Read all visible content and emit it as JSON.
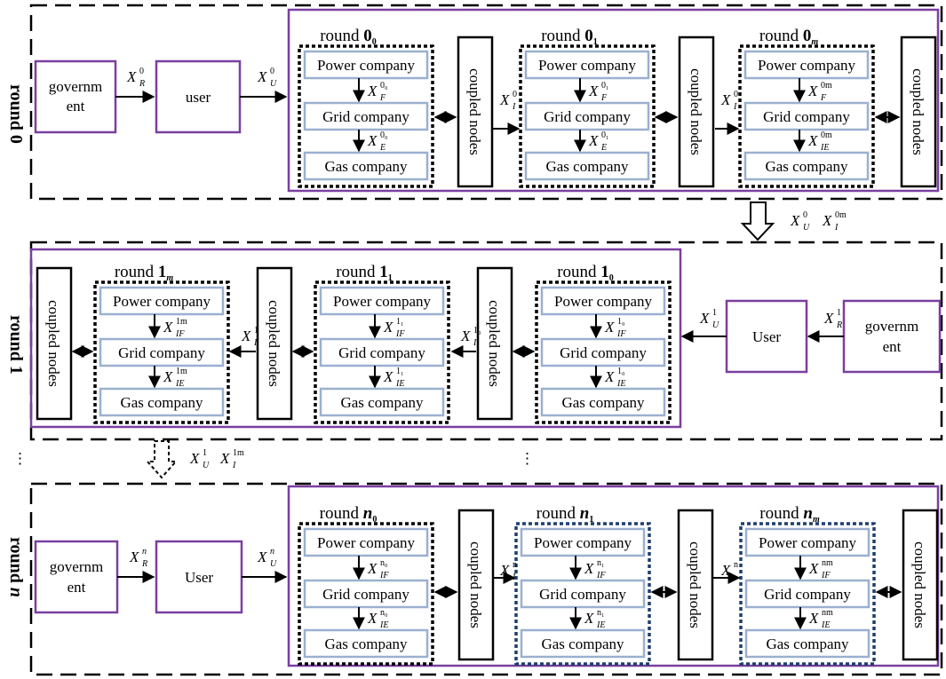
{
  "colors": {
    "purple": "#7a3fa0",
    "company_box": "#9bb0d0",
    "blue_dash": "#1f3f6e",
    "black": "#000000"
  },
  "labels": {
    "round_word": "round",
    "government": [
      "governm",
      "ent"
    ],
    "user_lower": "user",
    "user_upper": "User",
    "coupled_nodes": "coupled nodes",
    "power_company": "Power company",
    "grid_company": "Grid company",
    "gas_company": "Gas company",
    "ellipsis": "⋮"
  },
  "sections": {
    "round0": {
      "side_word": "round",
      "side_num": "0"
    },
    "round1": {
      "side_word": "round",
      "side_num": "1"
    },
    "roundn": {
      "side_word": "round",
      "side_num": "n"
    }
  },
  "subrounds": {
    "r0": [
      "0",
      "0",
      "0"
    ],
    "r0_subs": [
      "0",
      "1",
      "m"
    ],
    "r1": [
      "1",
      "1",
      "1"
    ],
    "r1_subs": [
      "m",
      "1",
      "0"
    ],
    "rn": [
      "n",
      "n",
      "n"
    ],
    "rn_subs": [
      "0",
      "1",
      "m"
    ]
  },
  "variables": {
    "X": "X",
    "row0": {
      "gov_user": {
        "sub": "R",
        "sup": "0"
      },
      "user_block": {
        "sub": "U",
        "sup": "0"
      },
      "inter": [
        {
          "sub": "I",
          "sup": "0"
        },
        {
          "sub": "I",
          "sup": "0"
        }
      ],
      "blocks": [
        {
          "f_sub": "F",
          "f_sup": "0₀",
          "e_sub": "E",
          "e_sup": "0₀"
        },
        {
          "f_sub": "F",
          "f_sup": "0₁",
          "e_sub": "E",
          "e_sup": "0₁"
        },
        {
          "f_sub": "F",
          "f_sup": "0m",
          "e_sub": "IE",
          "e_sup": "0m"
        }
      ]
    },
    "transfer01": [
      {
        "sub": "U",
        "sup": "0"
      },
      {
        "sub": "I",
        "sup": "0m"
      }
    ],
    "row1": {
      "gov_user": {
        "sub": "R",
        "sup": "1"
      },
      "user_block": {
        "sub": "U",
        "sup": "1"
      },
      "inter": [
        {
          "sub": "I",
          "sup": "1"
        },
        {
          "sub": "I",
          "sup": "1₀"
        }
      ],
      "blocks": [
        {
          "f_sub": "IF",
          "f_sup": "1m",
          "e_sub": "IE",
          "e_sup": "1m"
        },
        {
          "f_sub": "IF",
          "f_sup": "1₁",
          "e_sub": "IE",
          "e_sup": "1₁"
        },
        {
          "f_sub": "IF",
          "f_sup": "1₀",
          "e_sub": "IE",
          "e_sup": "1₀"
        }
      ]
    },
    "transfer1n": [
      {
        "sub": "U",
        "sup": "1"
      },
      {
        "sub": "I",
        "sup": "1m"
      }
    ],
    "rown": {
      "gov_user": {
        "sub": "R",
        "sup": "n"
      },
      "user_block": {
        "sub": "U",
        "sup": "n"
      },
      "inter": [
        {
          "sub": "I",
          "sup": "n"
        },
        {
          "sub": "",
          "sup": "n"
        }
      ],
      "blocks": [
        {
          "f_sub": "IF",
          "f_sup": "n₀",
          "e_sub": "IE",
          "e_sup": "n₀"
        },
        {
          "f_sub": "IF",
          "f_sup": "n₁",
          "e_sub": "IE",
          "e_sup": "n₁"
        },
        {
          "f_sub": "IF",
          "f_sup": "nm",
          "e_sub": "IE",
          "e_sup": "nm"
        }
      ]
    }
  }
}
